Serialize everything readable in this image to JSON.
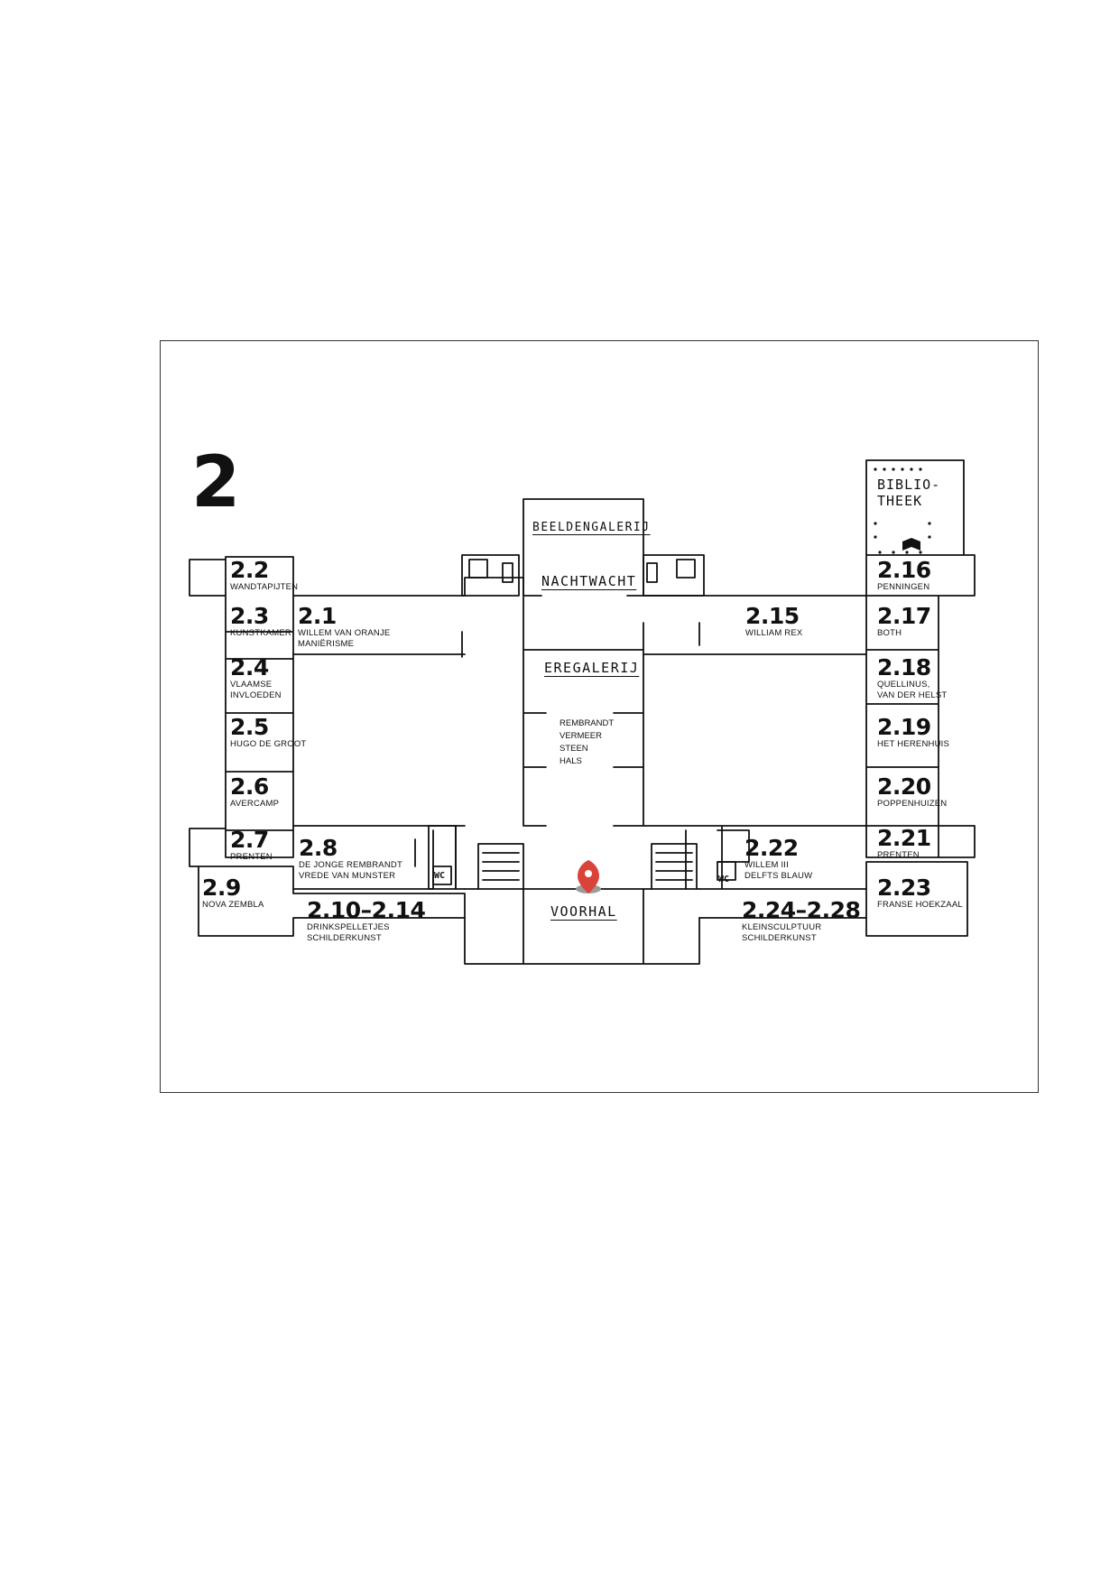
{
  "floor": {
    "number": "2"
  },
  "labels": {
    "library": "BIBLIO-\nTHEEK",
    "sculpture_gallery": "BEELDENGALERIJ",
    "night_watch": "NACHTWACHT",
    "gallery_of_honour": "EREGALERIJ",
    "front_hall": "VOORHAL",
    "gallery_of_honour_list": "REMBRANDT\nVERMEER\nSTEEN\nHALS",
    "wc_left": "WC",
    "wc_right": "WC"
  },
  "rooms": [
    {
      "id": "r2_2",
      "number": "2.2",
      "name": "WANDTAPIJTEN"
    },
    {
      "id": "r2_3",
      "number": "2.3",
      "name": "KUNSTKAMER"
    },
    {
      "id": "r2_1",
      "number": "2.1",
      "name": "WILLEM VAN ORANJE\nMANIËRISME"
    },
    {
      "id": "r2_4",
      "number": "2.4",
      "name": "VLAAMSE\nINVLOEDEN"
    },
    {
      "id": "r2_5",
      "number": "2.5",
      "name": "HUGO DE GROOT"
    },
    {
      "id": "r2_6",
      "number": "2.6",
      "name": "AVERCAMP"
    },
    {
      "id": "r2_7",
      "number": "2.7",
      "name": "PRENTEN"
    },
    {
      "id": "r2_8",
      "number": "2.8",
      "name": "DE JONGE REMBRANDT\nVREDE VAN MUNSTER"
    },
    {
      "id": "r2_9",
      "number": "2.9",
      "name": "NOVA ZEMBLA"
    },
    {
      "id": "r2_10",
      "number": "2.10–2.14",
      "name": "DRINKSPELLETJES\nSCHILDERKUNST"
    },
    {
      "id": "r2_15",
      "number": "2.15",
      "name": "WILLIAM REX"
    },
    {
      "id": "r2_16",
      "number": "2.16",
      "name": "PENNINGEN"
    },
    {
      "id": "r2_17",
      "number": "2.17",
      "name": "BOTH"
    },
    {
      "id": "r2_18",
      "number": "2.18",
      "name": "QUELLINUS,\nVAN DER HELST"
    },
    {
      "id": "r2_19",
      "number": "2.19",
      "name": "HET HERENHUIS"
    },
    {
      "id": "r2_20",
      "number": "2.20",
      "name": "POPPENHUIZEN"
    },
    {
      "id": "r2_21",
      "number": "2.21",
      "name": "PRENTEN"
    },
    {
      "id": "r2_22",
      "number": "2.22",
      "name": "WILLEM III\nDELFTS BLAUW"
    },
    {
      "id": "r2_23",
      "number": "2.23",
      "name": "FRANSE HOEKZAAL"
    },
    {
      "id": "r2_24",
      "number": "2.24–2.28",
      "name": "KLEINSCULPTUUR\nSCHILDERKUNST"
    }
  ],
  "colors": {
    "ink": "#111111",
    "pin": "#d9433a",
    "pin_shadow": "#9a9a9a"
  },
  "icons": [
    "location-pin-icon",
    "elevator-icon",
    "stairs-icon",
    "book-icon"
  ]
}
